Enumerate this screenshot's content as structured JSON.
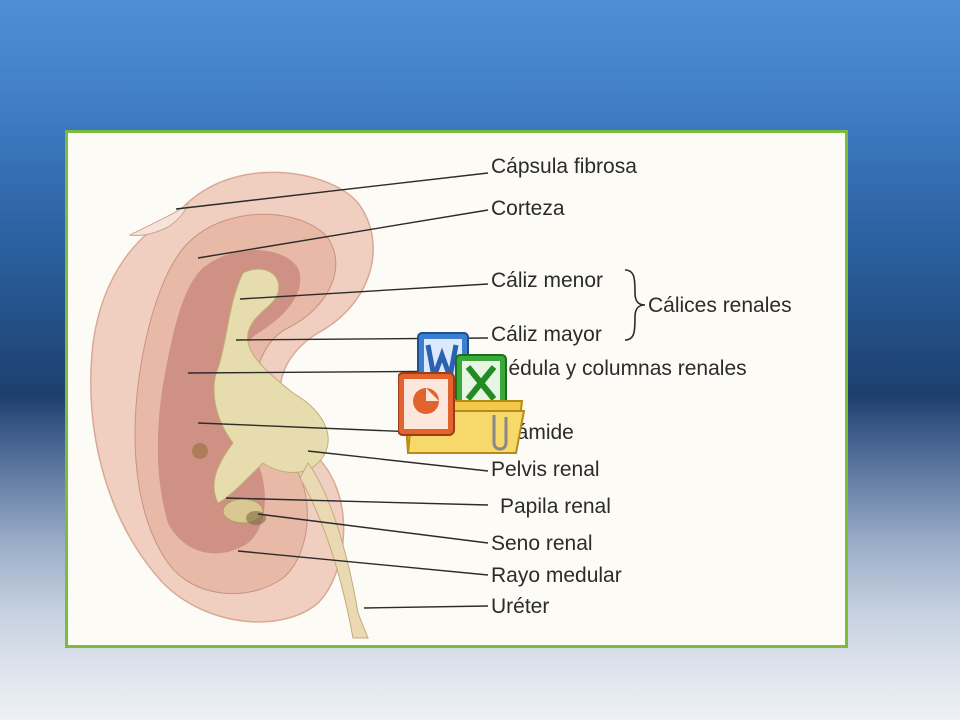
{
  "labels": {
    "capsula": "Cápsula fibrosa",
    "corteza": "Corteza",
    "caliz_menor": "Cáliz menor",
    "caliz_mayor": "Cáliz mayor",
    "calices": "Cálices renales",
    "medula": "Médula y columnas renales",
    "piramide": "Pirámide",
    "pelvis": "Pelvis renal",
    "papila": "Papila renal",
    "seno": "Seno renal",
    "rayo": "Rayo medular",
    "ureter": "Uréter"
  },
  "icons": {
    "overlay": "office-suite-icon",
    "word": "word-icon",
    "excel": "excel-icon",
    "powerpoint": "powerpoint-icon",
    "folder": "folder-icon"
  },
  "colors": {
    "panel_border": "#7dbb3a",
    "cortex": "#e8b9a6",
    "medulla": "#c98a7e",
    "pelvis": "#e6dcae",
    "label_text": "#2b2b2b"
  }
}
